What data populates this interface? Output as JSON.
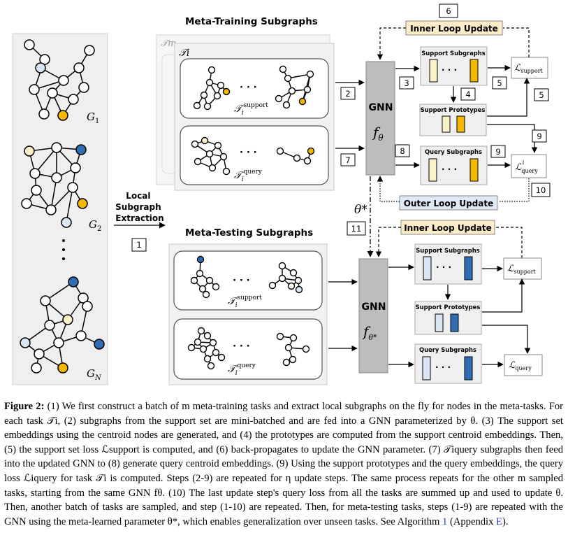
{
  "diagram": {
    "meta_training_title": "Meta-Training Subgraphs",
    "meta_testing_title": "Meta-Testing Subgraphs",
    "back_task_label": "𝒯m",
    "front_task_label": "𝒯i",
    "ellipsis": "· · ·",
    "graph_labels": {
      "g1": "G",
      "g1_sub": "1",
      "g2": "G",
      "g2_sub": "2",
      "gn": "G",
      "gn_sub": "N"
    },
    "local_extraction_lines": [
      "Local",
      "Subgraph",
      "Extraction"
    ],
    "support_task_label": {
      "base": "𝒯",
      "sub": "i",
      "sup": "support"
    },
    "query_task_label": {
      "base": "𝒯",
      "sub": "i",
      "sup": "query"
    },
    "gnn_label": "GNN",
    "f_theta": {
      "base": "f",
      "sub": "θ"
    },
    "f_theta_star": {
      "base": "f",
      "sub": "θ*"
    },
    "theta_star": "θ*",
    "support_subgraphs": "Support Subgraphs",
    "support_prototypes": "Support Prototypes",
    "query_subgraphs": "Query Subgraphs",
    "inner_loop_update": "Inner Loop Update",
    "outer_loop_update": "Outer Loop Update",
    "loss_support": {
      "base": "ℒ",
      "sub": "support"
    },
    "loss_query_i": {
      "base": "ℒ",
      "sub": "query",
      "sup": "i"
    },
    "loss_query": {
      "base": "ℒ",
      "sub": "query"
    },
    "step_numbers": [
      "1",
      "2",
      "3",
      "4",
      "5",
      "5",
      "6",
      "7",
      "8",
      "9",
      "9",
      "10",
      "11"
    ]
  },
  "colors": {
    "light_blue_node": "#dbe6f4",
    "dark_blue_node": "#2f6db3",
    "orange_node": "#f5b700",
    "cream_node": "#fbf1c9",
    "gnn_box": "#bdbdbd",
    "label_bg": "#fdecc8",
    "label_bg_blue": "#dfe9f6",
    "panel_bg": "#efefef"
  },
  "caption": {
    "label": "Figure 2:",
    "text": " (1) We first construct a batch of m meta-training tasks and extract local subgraphs on the fly for nodes in the meta-tasks. For each task 𝒯i, (2) subgraphs from the support set are mini-batched and are fed into a GNN parameterized by θ. (3) The support set embeddings using the centroid nodes are generated, and (4) the prototypes are computed from the support centroid embeddings. Then, (5) the support set loss ℒsupport is computed, and (6) back-propagates to update the GNN parameter. (7) 𝒯iquery subgraphs then feed into the updated GNN to (8) generate query centroid embeddings. (9) Using the support prototypes and the query embeddings, the query loss ℒiquery for task 𝒯i is computed. Steps (2-9) are repeated for η update steps. The same process repeats for the other m sampled tasks, starting from the same GNN fθ. (10) The last update step's query loss from all the tasks are summed up and used to update θ. Then, another batch of tasks are sampled, and step (1-10) are repeated. Then, for meta-testing tasks, steps (1-9) are repeated with the GNN using the meta-learned parameter θ*, which enables generalization over unseen tasks. See Algorithm ",
    "ref1": "1",
    "middle": " (Appendix ",
    "ref2": "E",
    "end": ")."
  }
}
